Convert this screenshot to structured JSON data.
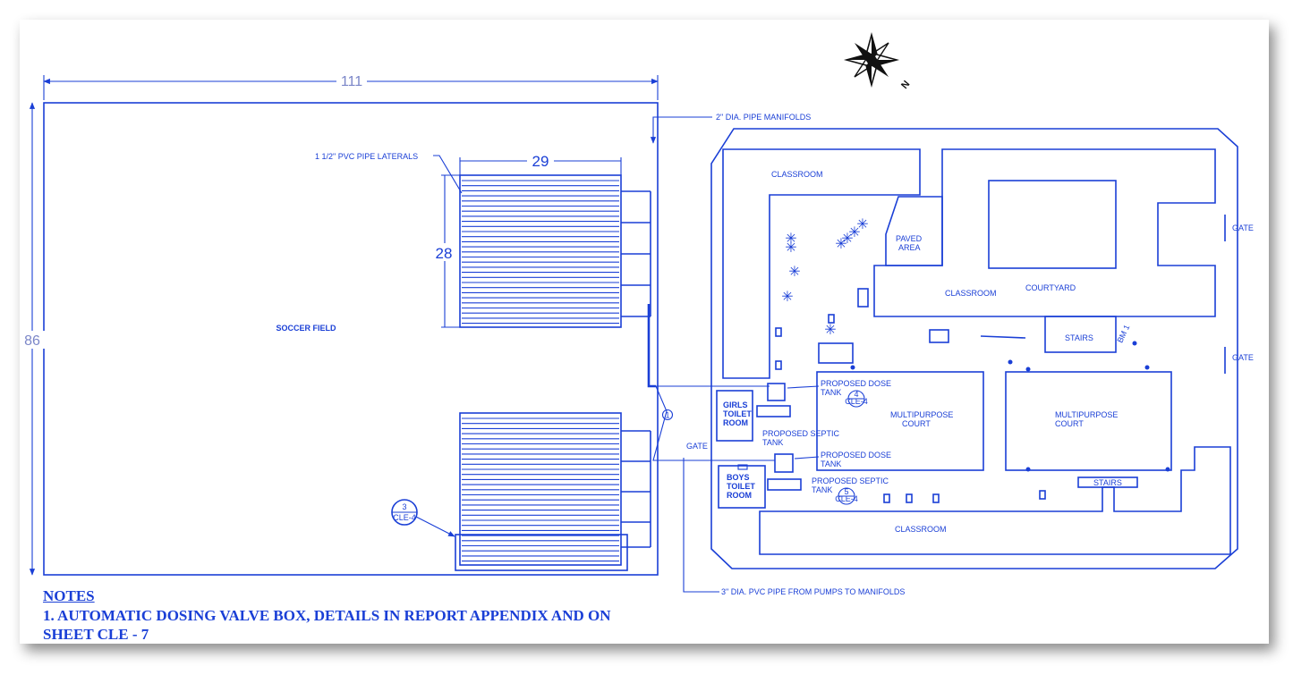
{
  "dimensions": {
    "width": "111",
    "height": "86",
    "laterals_width": "29",
    "laterals_height": "28"
  },
  "labels": {
    "soccer_field": "SOCCER FIELD",
    "pipe_manifolds": "2\" DIA. PIPE MANIFOLDS",
    "pvc_laterals": "1 1/2\" PVC PIPE LATERALS",
    "pvc_pumps": "3\" DIA. PVC PIPE FROM PUMPS TO MANIFOLDS",
    "classroom": "CLASSROOM",
    "courtyard": "COURTYARD",
    "paved_area_1": "PAVED",
    "paved_area_2": "AREA",
    "gate": "GATE",
    "stairs": "STAIRS",
    "bm": "BM 1",
    "girls_toilet": [
      "GIRLS",
      "TOILET",
      "ROOM"
    ],
    "boys_toilet": [
      "BOYS",
      "TOILET",
      "ROOM"
    ],
    "proposed_dose_tank_1": "PROPOSED DOSE",
    "proposed_dose_tank_2": "TANK",
    "proposed_septic_tank_1": "PROPOSED SEPTIC",
    "proposed_septic_tank_2": "TANK",
    "multipurpose": "MULTIPURPOSE",
    "court": "COURT",
    "north": "N",
    "valve_marker": "1"
  },
  "callouts": [
    {
      "number": "3",
      "sheet": "CLE-4"
    },
    {
      "number": "4",
      "sheet": "CLE-4"
    },
    {
      "number": "5",
      "sheet": "CLE-4"
    }
  ],
  "notes": {
    "title": "NOTES",
    "line1": "1. AUTOMATIC DOSING VALVE BOX, DETAILS IN REPORT APPENDIX  AND ON",
    "line2": "SHEET CLE - 7"
  },
  "colors": {
    "ink": "#1a3fd6",
    "dim_gray": "#7b86c8"
  }
}
